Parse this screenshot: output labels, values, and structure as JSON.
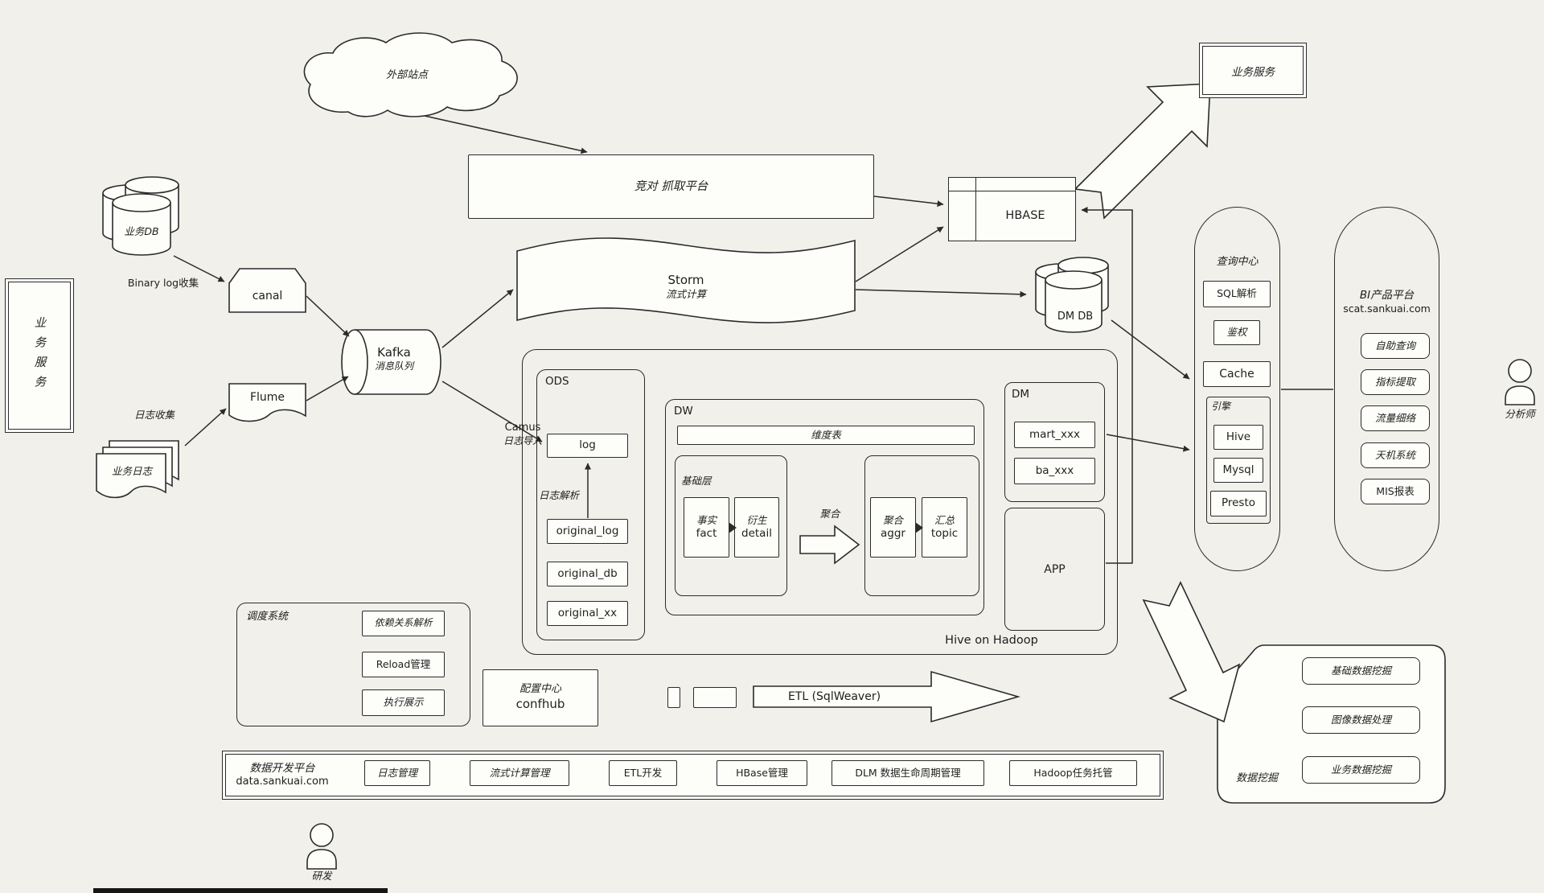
{
  "colors": {
    "background": "#f1f0ea",
    "ink": "#2b2b2b",
    "paper": "#fdfdfa"
  },
  "left": {
    "business_service": "业务服务",
    "business_db": "业务DB",
    "binary_log_collect": "Binary log收集",
    "canal": "canal",
    "log_collect": "日志收集",
    "flume": "Flume",
    "business_logs": "业务日志"
  },
  "kafka": {
    "name": "Kafka",
    "subtitle": "消息队列"
  },
  "camus": {
    "line1": "Camus",
    "line2": "日志导入"
  },
  "external_site": "外部站点",
  "crawl_platform": "竞对 抓取平台",
  "storm": {
    "name": "Storm",
    "subtitle": "流式计算"
  },
  "hbase": "HBASE",
  "business_service_top": "业务服务",
  "dm_db": "DM DB",
  "hadoop": {
    "caption": "Hive on Hadoop",
    "ods": {
      "title": "ODS",
      "log": "log",
      "parse": "日志解析",
      "tables": [
        "original_log",
        "original_db",
        "original_xx"
      ]
    },
    "dw": {
      "title": "DW",
      "dim": "维度表",
      "base": "基础层",
      "fact_cn": "事实",
      "fact_en": "fact",
      "detail_cn": "衍生",
      "detail_en": "detail",
      "agg_label": "聚合",
      "aggr_cn": "聚合",
      "aggr_en": "aggr",
      "topic_cn": "汇总",
      "topic_en": "topic"
    },
    "dm": {
      "title": "DM",
      "tables": [
        "mart_xxx",
        "ba_xxx"
      ]
    },
    "app": "APP"
  },
  "scheduler": {
    "title": "调度系统",
    "items": [
      "依赖关系解析",
      "Reload管理",
      "执行展示"
    ]
  },
  "confhub": {
    "line1": "配置中心",
    "line2": "confhub"
  },
  "etl": {
    "label": "ETL (SqlWeaver)"
  },
  "platform": {
    "line1": "数据开发平台",
    "line2": "data.sankuai.com",
    "items": [
      "日志管理",
      "流式计算管理",
      "ETL开发",
      "HBase管理",
      "DLM 数据生命周期管理",
      "Hadoop任务托管"
    ]
  },
  "query_center": {
    "title": "查询中心",
    "items": [
      "SQL解析",
      "鉴权",
      "Cache"
    ],
    "engine_title": "引擎",
    "engines": [
      "Hive",
      "Mysql",
      "Presto"
    ]
  },
  "bi": {
    "line1": "BI产品平台",
    "line2": "scat.sankuai.com",
    "items": [
      "自助查询",
      "指标提取",
      "流量细络",
      "天机系统",
      "MIS报表"
    ]
  },
  "mining": {
    "title": "数据挖掘",
    "items": [
      "基础数据挖掘",
      "图像数据处理",
      "业务数据挖掘"
    ]
  },
  "people": {
    "developer": "研发",
    "analyst": "分析师"
  }
}
